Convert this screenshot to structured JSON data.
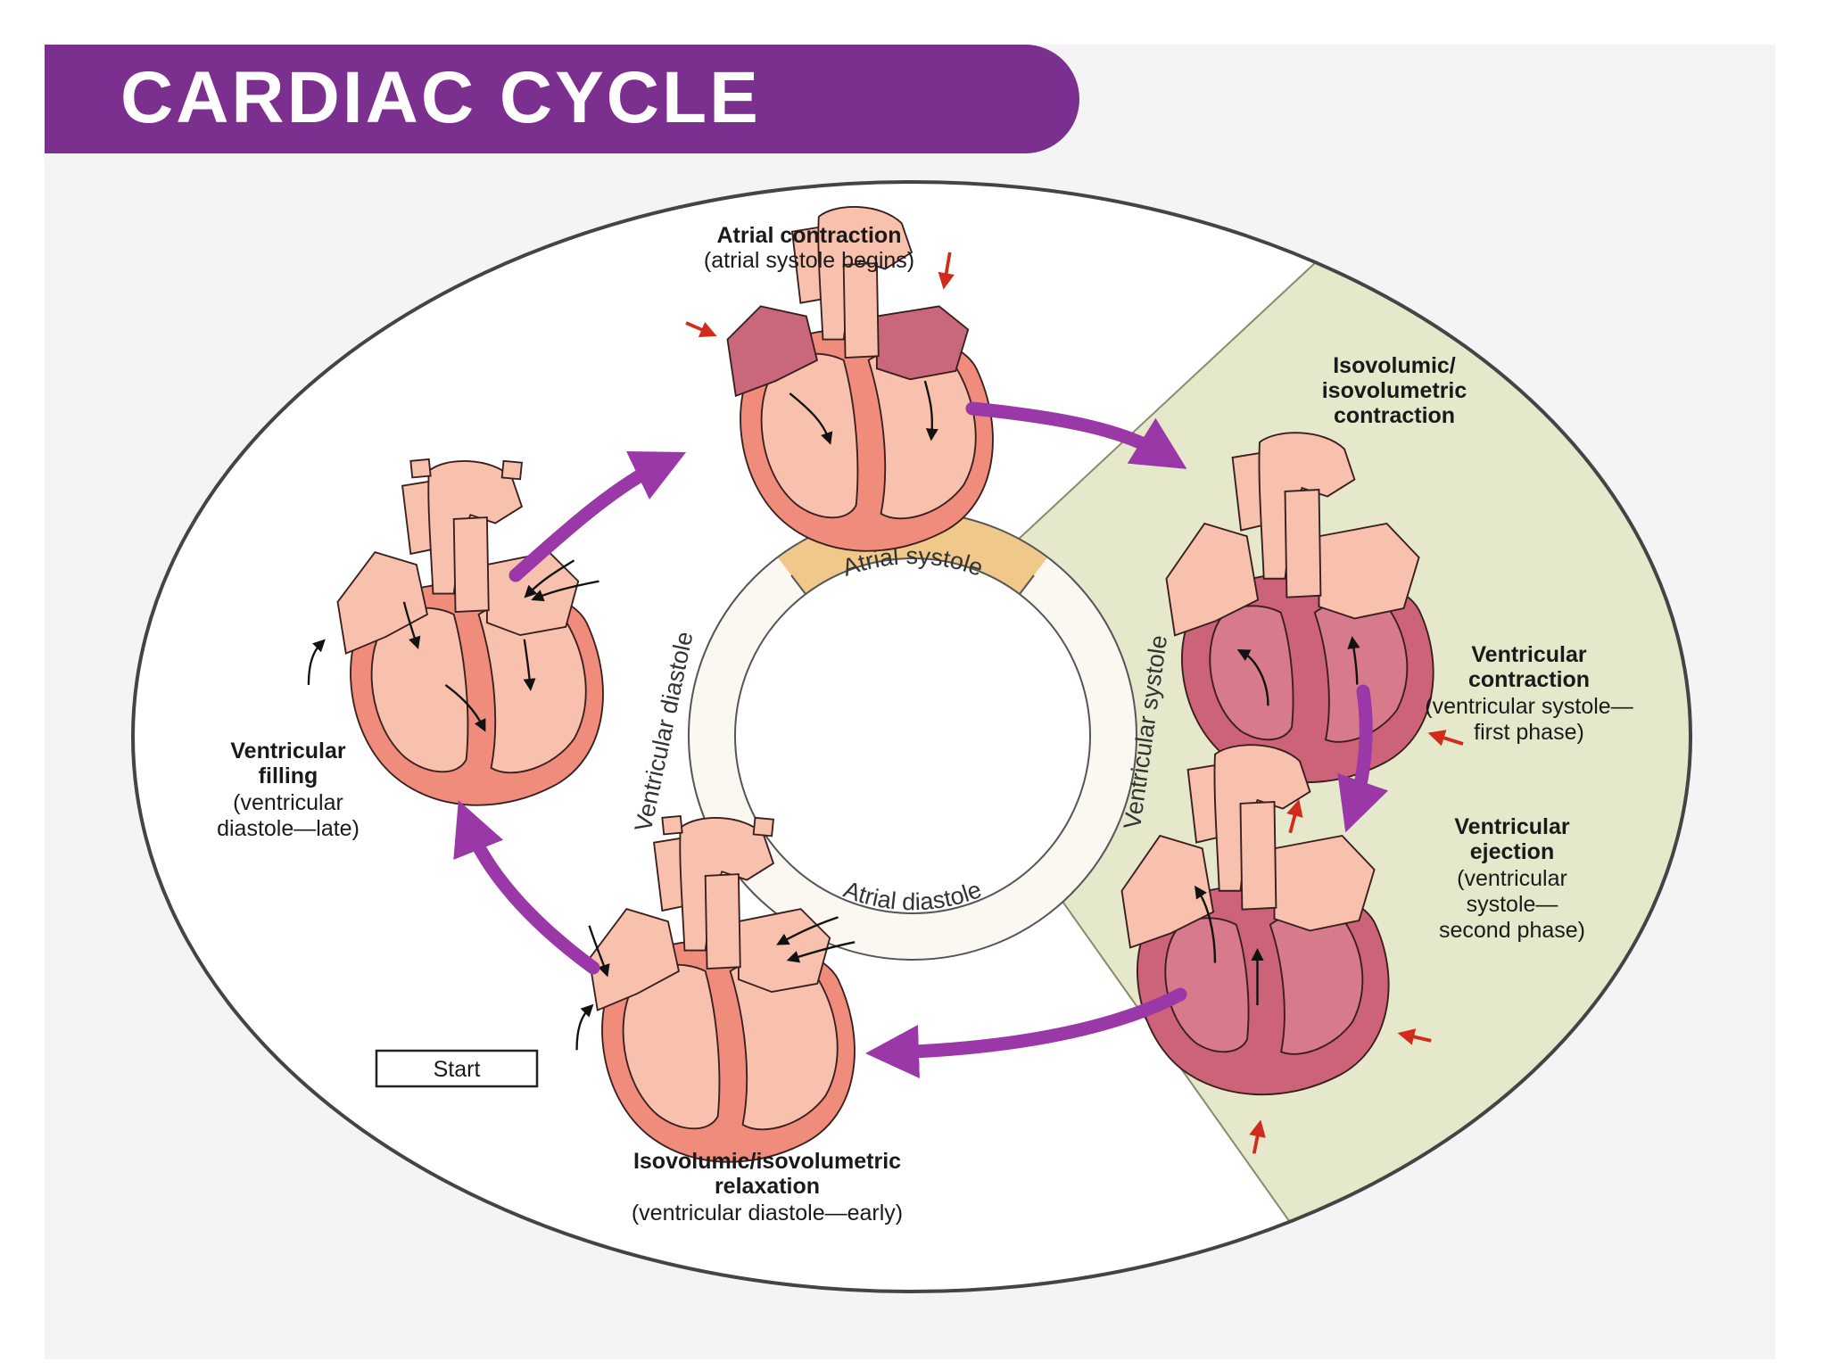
{
  "title": "CARDIAC CYCLE",
  "colors": {
    "banner": "#7b2f8e",
    "arrow": "#9a38a8",
    "systole_region": "#e6e8cc",
    "atrial_systole_band": "#f0c98a",
    "ring": "#fbf8f2",
    "heart_light": "#f7c1ad",
    "heart_ventricle_wall": "#ef8c7c",
    "heart_contracting": "#cc6379",
    "pressure_arrow": "#d22b1e"
  },
  "ring": {
    "top": "Atrial systole",
    "bottom": "Atrial diastole",
    "left": "Ventricular diastole",
    "right": "Ventricular systole"
  },
  "phases": {
    "atrial_contraction": {
      "title": "Atrial contraction",
      "sub": "(atrial systole begins)"
    },
    "isovolumic_contraction": {
      "title_lines": [
        "Isovolumic/",
        "isovolumetric",
        "contraction"
      ]
    },
    "ventricular_contraction": {
      "title_lines": [
        "Ventricular",
        "contraction"
      ],
      "sub_lines": [
        "(ventricular systole—",
        "first phase)"
      ]
    },
    "ventricular_ejection": {
      "title_lines": [
        "Ventricular",
        "ejection"
      ],
      "sub_lines": [
        "(ventricular",
        "systole—",
        "second phase)"
      ]
    },
    "isovolumic_relaxation": {
      "title_lines": [
        "Isovolumic/isovolumetric",
        "relaxation"
      ],
      "sub": "(ventricular diastole—early)"
    },
    "ventricular_filling": {
      "title_lines": [
        "Ventricular",
        "filling"
      ],
      "sub_lines": [
        "(ventricular",
        "diastole—late)"
      ]
    }
  },
  "start_label": "Start",
  "icons": [
    "heart-icon",
    "flow-arrow-icon",
    "pressure-arrow-icon",
    "cycle-arrow-icon"
  ]
}
